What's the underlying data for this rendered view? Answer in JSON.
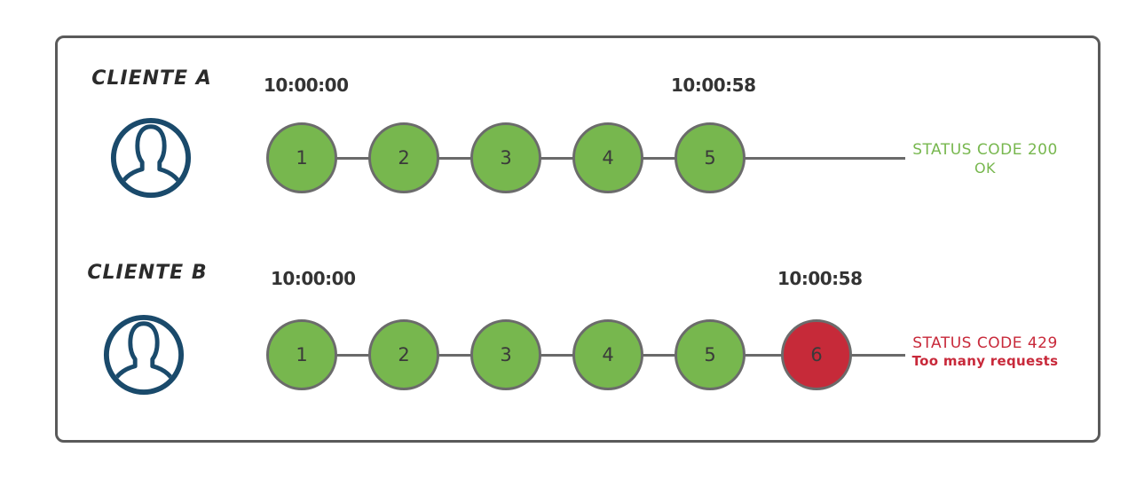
{
  "rows": [
    {
      "client_label": "CLIENTE A",
      "start_time": "10:00:00",
      "end_time": "10:00:58",
      "requests": [
        {
          "label": "1",
          "status": "ok"
        },
        {
          "label": "2",
          "status": "ok"
        },
        {
          "label": "3",
          "status": "ok"
        },
        {
          "label": "4",
          "status": "ok"
        },
        {
          "label": "5",
          "status": "ok"
        }
      ],
      "status_line1": "STATUS CODE 200",
      "status_line2": "OK",
      "status_color": "#77b74e"
    },
    {
      "client_label": "CLIENTE B",
      "start_time": "10:00:00",
      "end_time": "10:00:58",
      "requests": [
        {
          "label": "1",
          "status": "ok"
        },
        {
          "label": "2",
          "status": "ok"
        },
        {
          "label": "3",
          "status": "ok"
        },
        {
          "label": "4",
          "status": "ok"
        },
        {
          "label": "5",
          "status": "ok"
        },
        {
          "label": "6",
          "status": "blocked"
        }
      ],
      "status_line1": "STATUS CODE 429",
      "status_line2": "Too many requests",
      "status_color": "#c8293a"
    }
  ],
  "icons": {
    "client_avatar": "user-avatar-icon"
  },
  "colors": {
    "request_ok_green": "#77b74e",
    "request_blocked_red": "#c62a39",
    "avatar_navy": "#1a4a6b",
    "connector_gray": "#6a6a6a",
    "frame_border_gray": "#5a5a5a",
    "timestamp_text": "#333333",
    "client_label_text": "#2b2b2b"
  }
}
